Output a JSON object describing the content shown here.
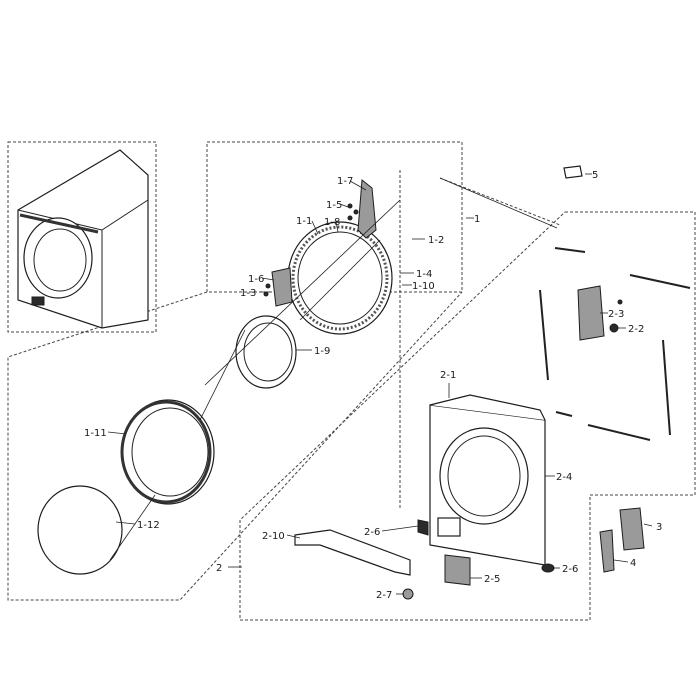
{
  "diagram": {
    "callouts": [
      {
        "id": "c-5",
        "text": "5"
      },
      {
        "id": "c-1",
        "text": "1"
      },
      {
        "id": "c-1-7",
        "text": "1-7"
      },
      {
        "id": "c-1-5",
        "text": "1-5"
      },
      {
        "id": "c-1-1",
        "text": "1-1"
      },
      {
        "id": "c-1-8",
        "text": "1-8"
      },
      {
        "id": "c-1-2",
        "text": "1-2"
      },
      {
        "id": "c-1-6",
        "text": "1-6"
      },
      {
        "id": "c-1-4",
        "text": "1-4"
      },
      {
        "id": "c-1-3",
        "text": "1-3"
      },
      {
        "id": "c-1-10",
        "text": "1-10"
      },
      {
        "id": "c-2-3",
        "text": "2-3"
      },
      {
        "id": "c-2-2",
        "text": "2-2"
      },
      {
        "id": "c-1-9",
        "text": "1-9"
      },
      {
        "id": "c-2-1",
        "text": "2-1"
      },
      {
        "id": "c-1-11",
        "text": "1-11"
      },
      {
        "id": "c-2-4",
        "text": "2-4"
      },
      {
        "id": "c-1-12",
        "text": "1-12"
      },
      {
        "id": "c-3",
        "text": "3"
      },
      {
        "id": "c-2-10",
        "text": "2-10"
      },
      {
        "id": "c-2-6a",
        "text": "2-6"
      },
      {
        "id": "c-4",
        "text": "4"
      },
      {
        "id": "c-2",
        "text": "2"
      },
      {
        "id": "c-2-6b",
        "text": "2-6"
      },
      {
        "id": "c-2-5",
        "text": "2-5"
      },
      {
        "id": "c-2-7",
        "text": "2-7"
      }
    ]
  }
}
